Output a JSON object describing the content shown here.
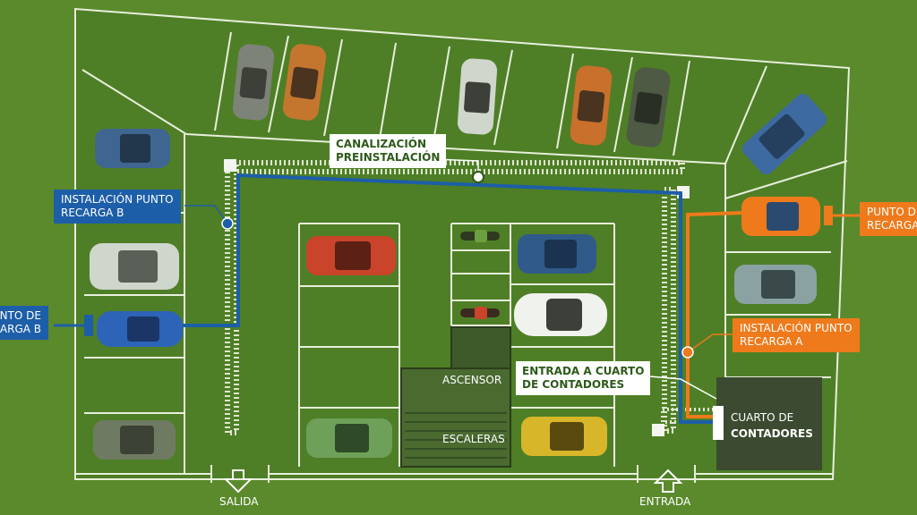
{
  "labels": {
    "canalizacion": [
      "CANALIZACIÓN",
      "PREINSTALACIÓN"
    ],
    "instalacion_b": [
      "INSTALACIÓN PUNTO",
      "RECARGA B"
    ],
    "punto_recarga_b": [
      "PUNTO DE",
      "RECARGA B"
    ],
    "punto_recarga_a": [
      "PUNTO DE",
      "RECARGA A"
    ],
    "instalacion_a": [
      "INSTALACIÓN PUNTO",
      "RECARGA A"
    ],
    "entrada_cuarto": [
      "ENTRADA A CUARTO",
      "DE CONTADORES"
    ],
    "cuarto_contadores": [
      "CUARTO DE",
      "CONTADORES"
    ],
    "ascensor": "ASCENSOR",
    "escaleras": "ESCALERAS",
    "salida": "SALIDA",
    "entrada": "ENTRADA"
  },
  "colors": {
    "background": "#5a8a2c",
    "lot": "#4c7c25",
    "line_blue": "#1d5ea8",
    "line_orange": "#ee7a1b",
    "meter_room": "#3b4a30"
  },
  "icons": {
    "salida": "arrow-down-icon",
    "entrada": "arrow-up-icon",
    "connector": "pin-icon"
  }
}
